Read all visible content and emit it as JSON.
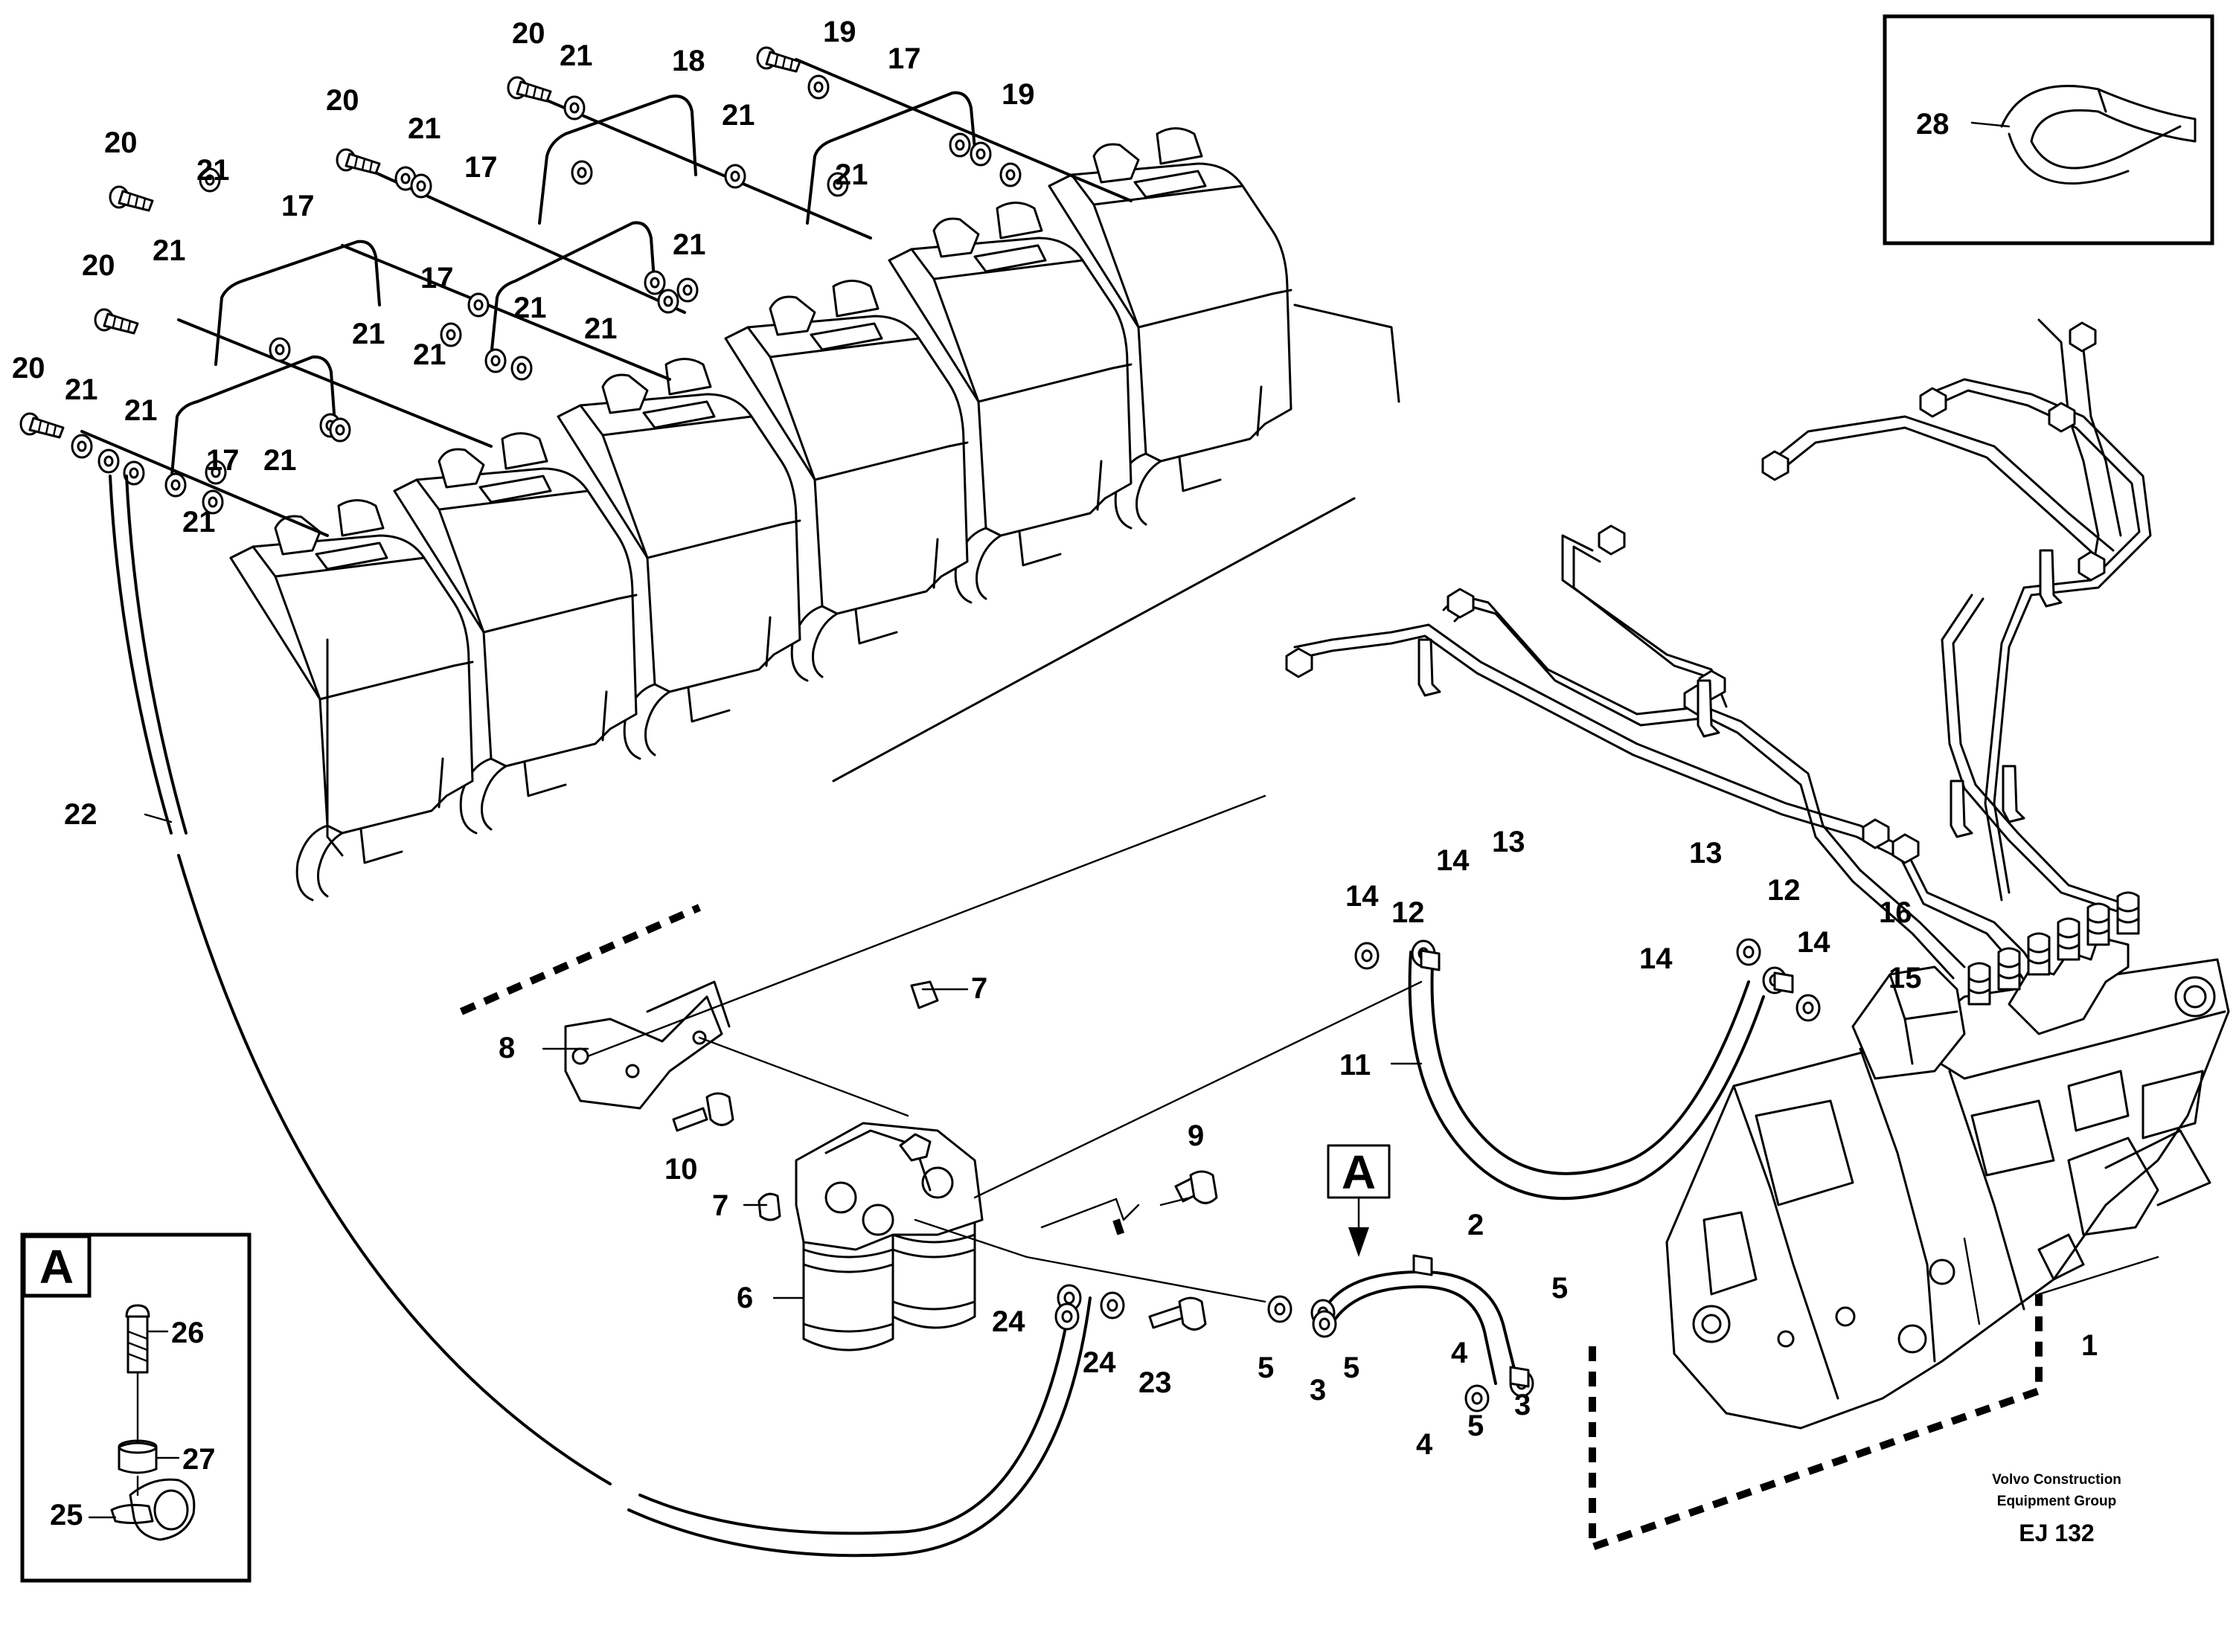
{
  "diagram": {
    "callouts": [
      {
        "id": "c-20a",
        "text": "20"
      },
      {
        "id": "c-21a",
        "text": "21"
      },
      {
        "id": "c-18",
        "text": "18"
      },
      {
        "id": "c-19a",
        "text": "19"
      },
      {
        "id": "c-17a",
        "text": "17"
      },
      {
        "id": "c-20b",
        "text": "20"
      },
      {
        "id": "c-21b",
        "text": "21"
      },
      {
        "id": "c-21c",
        "text": "21"
      },
      {
        "id": "c-19b",
        "text": "19"
      },
      {
        "id": "c-20c",
        "text": "20"
      },
      {
        "id": "c-21d",
        "text": "21"
      },
      {
        "id": "c-17b",
        "text": "17"
      },
      {
        "id": "c-21e",
        "text": "21"
      },
      {
        "id": "c-17c",
        "text": "17"
      },
      {
        "id": "c-21f",
        "text": "21"
      },
      {
        "id": "c-20d",
        "text": "20"
      },
      {
        "id": "c-21g",
        "text": "21"
      },
      {
        "id": "c-17d",
        "text": "17"
      },
      {
        "id": "c-21h",
        "text": "21"
      },
      {
        "id": "c-21i",
        "text": "21"
      },
      {
        "id": "c-21j",
        "text": "21"
      },
      {
        "id": "c-20e",
        "text": "20"
      },
      {
        "id": "c-21k",
        "text": "21"
      },
      {
        "id": "c-21l",
        "text": "21"
      },
      {
        "id": "c-21m",
        "text": "21"
      },
      {
        "id": "c-17e",
        "text": "17"
      },
      {
        "id": "c-21n",
        "text": "21"
      },
      {
        "id": "c-21o",
        "text": "21"
      },
      {
        "id": "c-22",
        "text": "22"
      },
      {
        "id": "c-28",
        "text": "28"
      },
      {
        "id": "c-13a",
        "text": "13"
      },
      {
        "id": "c-14a",
        "text": "14"
      },
      {
        "id": "c-12a",
        "text": "12"
      },
      {
        "id": "c-14b",
        "text": "14"
      },
      {
        "id": "c-13b",
        "text": "13"
      },
      {
        "id": "c-12b",
        "text": "12"
      },
      {
        "id": "c-14c",
        "text": "14"
      },
      {
        "id": "c-14d",
        "text": "14"
      },
      {
        "id": "c-16",
        "text": "16"
      },
      {
        "id": "c-15",
        "text": "15"
      },
      {
        "id": "c-11",
        "text": "11"
      },
      {
        "id": "c-7a",
        "text": "7"
      },
      {
        "id": "c-8",
        "text": "8"
      },
      {
        "id": "c-10",
        "text": "10"
      },
      {
        "id": "c-9",
        "text": "9"
      },
      {
        "id": "c-7b",
        "text": "7"
      },
      {
        "id": "c-6",
        "text": "6"
      },
      {
        "id": "c-2",
        "text": "2"
      },
      {
        "id": "c-24a",
        "text": "24"
      },
      {
        "id": "c-24b",
        "text": "24"
      },
      {
        "id": "c-23",
        "text": "23"
      },
      {
        "id": "c-5a",
        "text": "5"
      },
      {
        "id": "c-3a",
        "text": "3"
      },
      {
        "id": "c-5b",
        "text": "5"
      },
      {
        "id": "c-4a",
        "text": "4"
      },
      {
        "id": "c-5c",
        "text": "5"
      },
      {
        "id": "c-4b",
        "text": "4"
      },
      {
        "id": "c-5d",
        "text": "5"
      },
      {
        "id": "c-3b",
        "text": "3"
      },
      {
        "id": "c-1",
        "text": "1"
      },
      {
        "id": "c-26",
        "text": "26"
      },
      {
        "id": "c-27",
        "text": "27"
      },
      {
        "id": "c-25",
        "text": "25"
      }
    ],
    "section_marker": "A",
    "inset_marker": "A",
    "brand_line1": "Volvo Construction",
    "brand_line2": "Equipment Group",
    "drawing_code": "EJ 132"
  }
}
